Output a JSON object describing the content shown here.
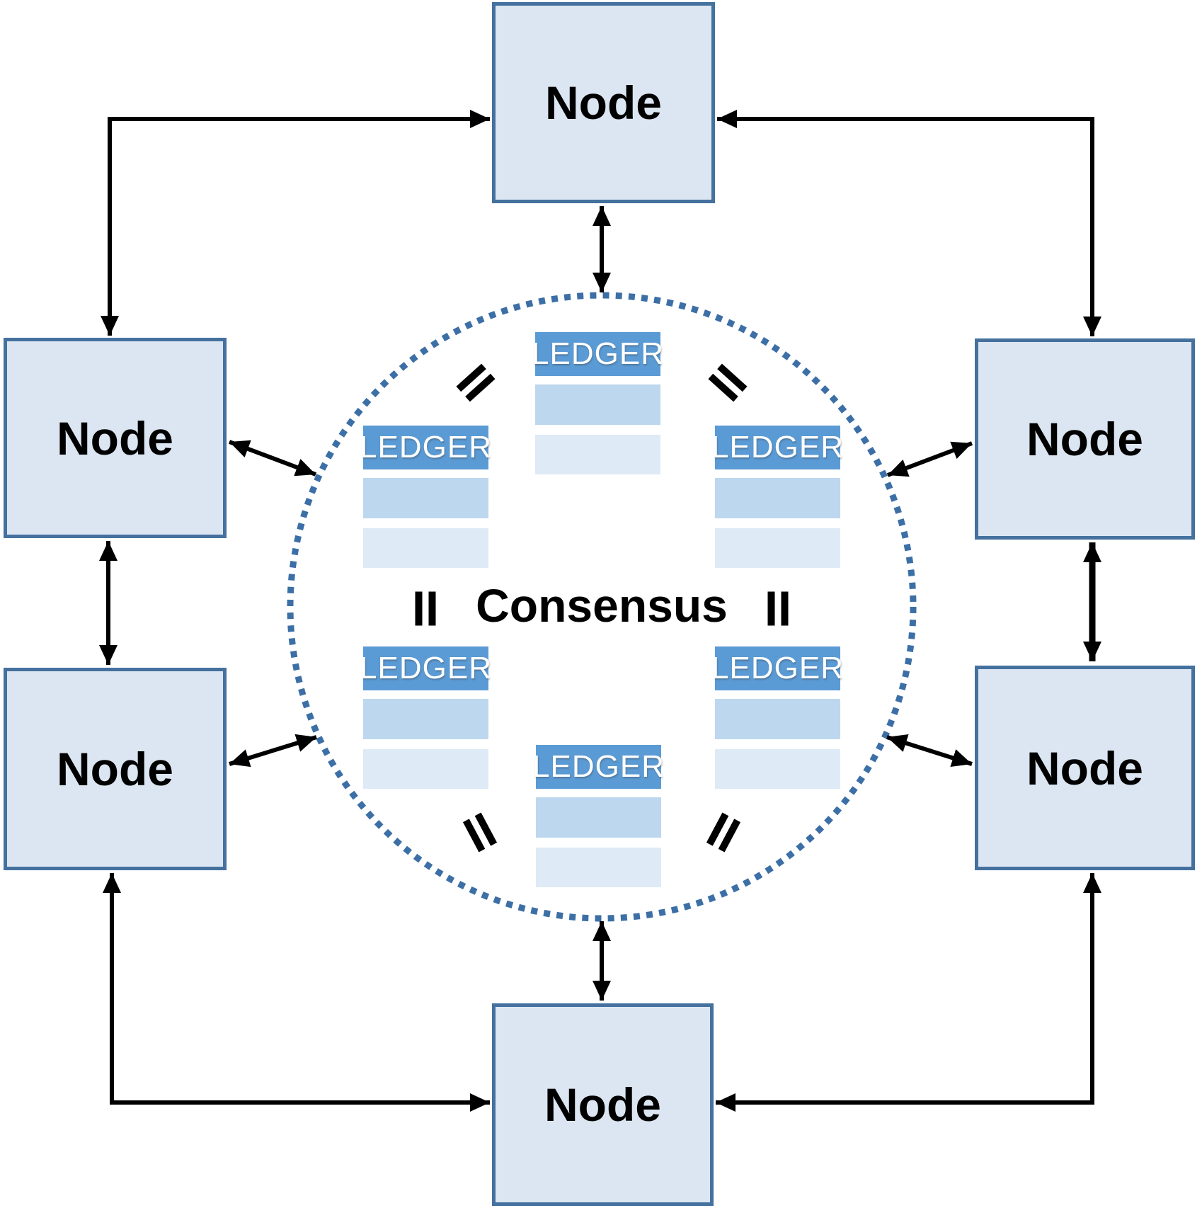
{
  "diagram_type": "peer-to-peer distributed ledger consensus network",
  "center": {
    "label": "Consensus"
  },
  "nodes": [
    {
      "id": "top",
      "label": "Node"
    },
    {
      "id": "left-upper",
      "label": "Node"
    },
    {
      "id": "right-upper",
      "label": "Node"
    },
    {
      "id": "left-lower",
      "label": "Node"
    },
    {
      "id": "right-lower",
      "label": "Node"
    },
    {
      "id": "bottom",
      "label": "Node"
    }
  ],
  "ledgers": [
    {
      "id": "top-center",
      "label": "LEDGER"
    },
    {
      "id": "mid-left",
      "label": "LEDGER"
    },
    {
      "id": "mid-right",
      "label": "LEDGER"
    },
    {
      "id": "bottom-left",
      "label": "LEDGER"
    },
    {
      "id": "bottom-right",
      "label": "LEDGER"
    },
    {
      "id": "bottom-center",
      "label": "LEDGER"
    }
  ],
  "equals_signs": [
    {
      "id": "top-left"
    },
    {
      "id": "top-right"
    },
    {
      "id": "middle-left"
    },
    {
      "id": "middle-right"
    },
    {
      "id": "bottom-left"
    },
    {
      "id": "bottom-right"
    }
  ],
  "connections": [
    {
      "from": "node-top",
      "to": "node-left-upper",
      "shape": "right-angle",
      "bidirectional": true
    },
    {
      "from": "node-top",
      "to": "node-right-upper",
      "shape": "right-angle",
      "bidirectional": true
    },
    {
      "from": "node-left-upper",
      "to": "node-left-lower",
      "shape": "straight",
      "bidirectional": true
    },
    {
      "from": "node-right-upper",
      "to": "node-right-lower",
      "shape": "straight",
      "bidirectional": true
    },
    {
      "from": "node-bottom",
      "to": "node-left-lower",
      "shape": "right-angle",
      "bidirectional": true
    },
    {
      "from": "node-bottom",
      "to": "node-right-lower",
      "shape": "right-angle",
      "bidirectional": true
    },
    {
      "from": "node-top",
      "to": "consensus-circle",
      "shape": "straight",
      "bidirectional": true
    },
    {
      "from": "node-bottom",
      "to": "consensus-circle",
      "shape": "straight",
      "bidirectional": true
    },
    {
      "from": "node-left-upper",
      "to": "consensus-circle",
      "shape": "straight",
      "bidirectional": true
    },
    {
      "from": "node-left-lower",
      "to": "consensus-circle",
      "shape": "straight",
      "bidirectional": true
    },
    {
      "from": "node-right-upper",
      "to": "consensus-circle",
      "shape": "straight",
      "bidirectional": true
    },
    {
      "from": "node-right-lower",
      "to": "consensus-circle",
      "shape": "straight",
      "bidirectional": true
    }
  ],
  "colors": {
    "node_fill": "#dce6f2",
    "node_border": "#44719e",
    "ledger_header": "#5b9bd5",
    "ledger_row_medium": "#bdd7ee",
    "ledger_row_light": "#deeaf6",
    "circle_dots": "#3c6fa6",
    "arrow": "#000000",
    "text": "#000000",
    "ledger_text": "#ffffff"
  }
}
